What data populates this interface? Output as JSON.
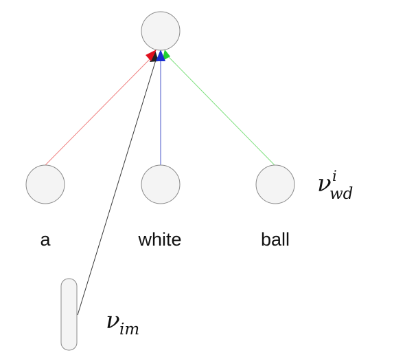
{
  "words": [
    {
      "text": "a",
      "edge_color": "#f08080"
    },
    {
      "text": "white",
      "edge_color": "#4a55c8"
    },
    {
      "text": "ball",
      "edge_color": "#7ee07e"
    }
  ],
  "image_edge_color": "#3a3a3a",
  "arrow_colors": {
    "image": "#222222",
    "a": "#e0101e",
    "white": "#1a2fd0",
    "ball": "#20d030"
  },
  "node_fill": "#f4f4f4",
  "node_stroke": "#8a8a8a",
  "labels": {
    "word_embedding": {
      "base": "ν",
      "sup": "i",
      "sub": "wd"
    },
    "image_embedding": {
      "base": "ν",
      "sub": "im"
    }
  }
}
